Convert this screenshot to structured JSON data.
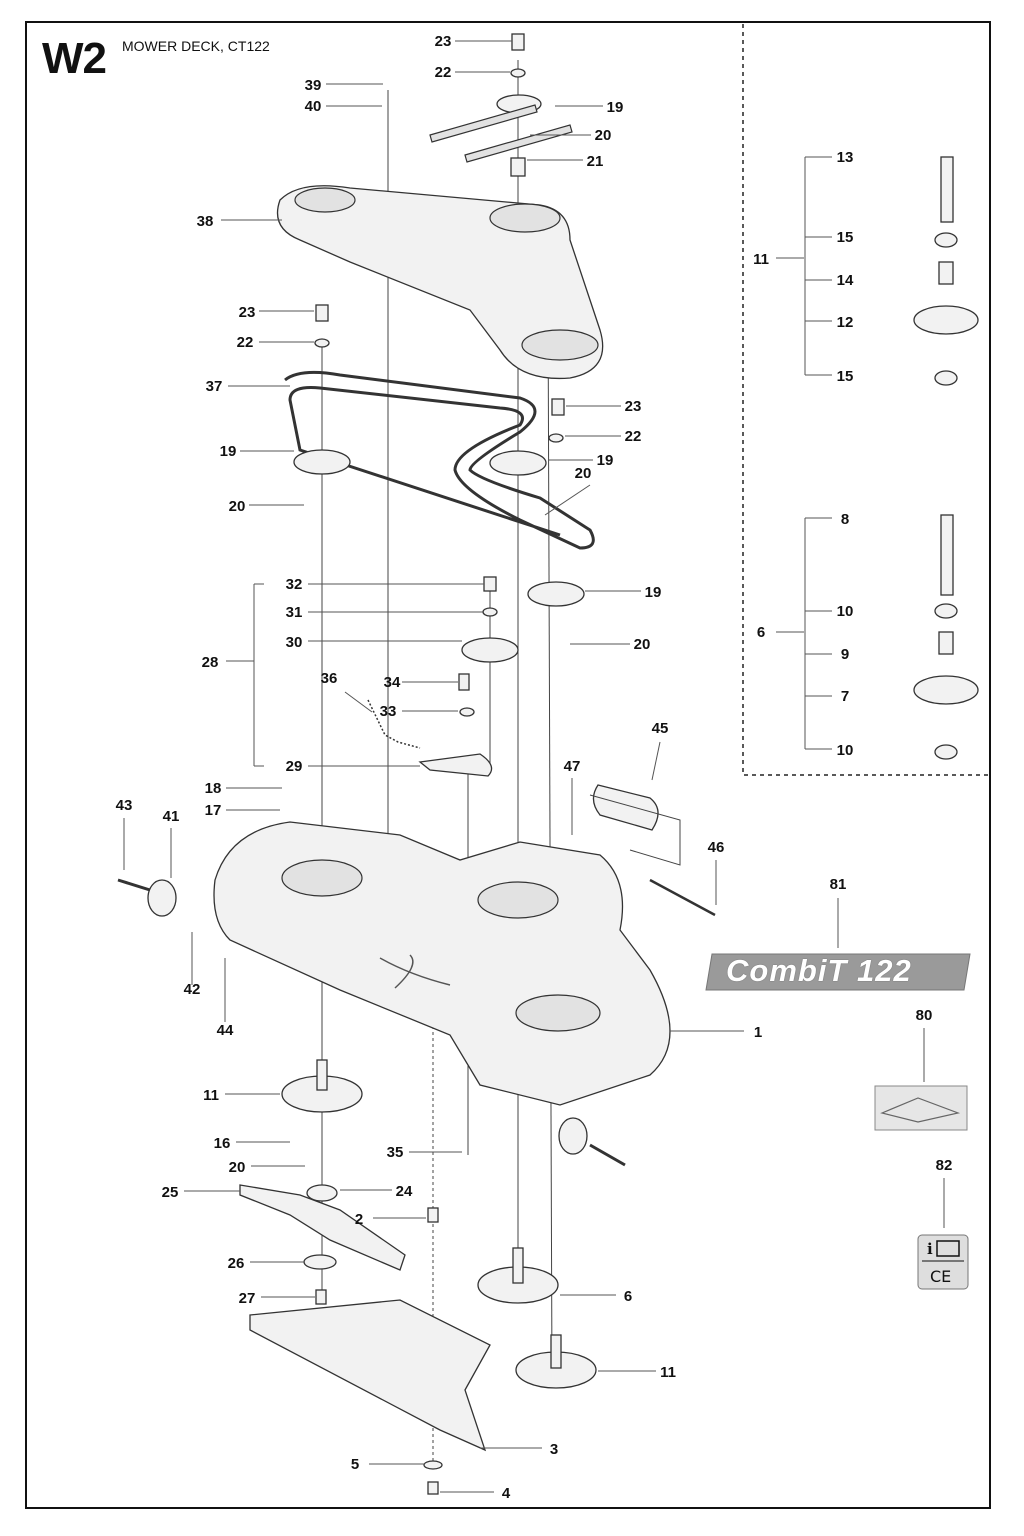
{
  "header": {
    "page_code": "W2",
    "title": "MOWER DECK, CT122"
  },
  "logo": {
    "text": "CombiT 122"
  },
  "callouts": [
    "1",
    "2",
    "3",
    "4",
    "5",
    "6",
    "7",
    "8",
    "9",
    "10",
    "11",
    "12",
    "13",
    "14",
    "15",
    "16",
    "17",
    "18",
    "19",
    "20",
    "21",
    "22",
    "23",
    "24",
    "25",
    "26",
    "27",
    "28",
    "29",
    "30",
    "31",
    "32",
    "33",
    "34",
    "35",
    "36",
    "37",
    "38",
    "39",
    "40",
    "41",
    "42",
    "43",
    "44",
    "45",
    "46",
    "47",
    "80",
    "81",
    "82"
  ],
  "colors": {
    "line": "#333333",
    "part_fill": "#f2f2f2",
    "logo_bg": "#9a9a9a"
  }
}
